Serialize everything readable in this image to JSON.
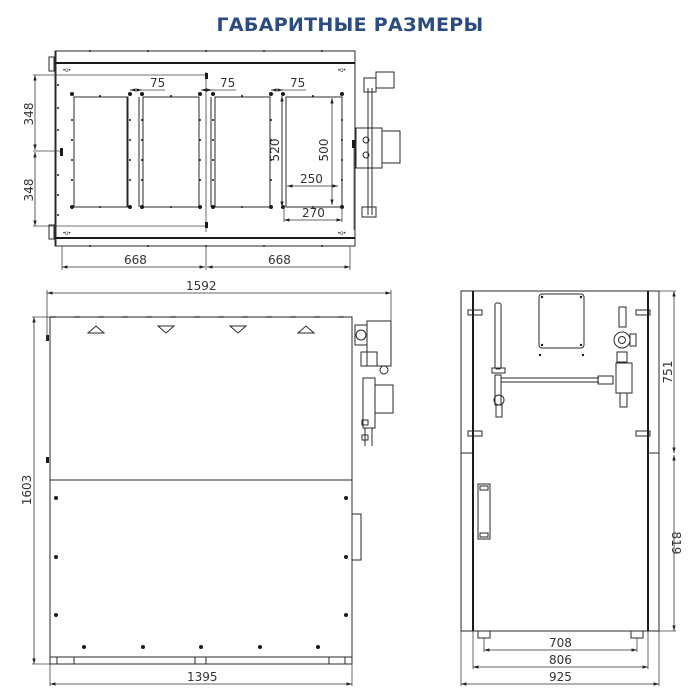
{
  "title": "ГАБАРИТНЫЕ РАЗМЕРЫ",
  "colors": {
    "title": "#2b4c82",
    "lines": "#2a2a2a",
    "background": "#ffffff"
  },
  "top_view": {
    "dims": {
      "height_upper": "348",
      "height_lower": "348",
      "gap_1": "75",
      "gap_2": "75",
      "gap_3": "75",
      "panel_outer_height": "520",
      "panel_inner_height": "500",
      "panel_inner_width": "250",
      "panel_outer_width": "270",
      "half_width_left": "668",
      "half_width_right": "668"
    }
  },
  "front_view": {
    "dims": {
      "overall_width": "1592",
      "overall_height": "1603",
      "base_width": "1395"
    },
    "airflow_arrows": [
      "up",
      "down",
      "down",
      "up"
    ]
  },
  "side_view": {
    "dims": {
      "upper_height": "751",
      "lower_height": "819",
      "feet_spacing": "708",
      "body_width": "806",
      "overall_width": "925"
    }
  }
}
